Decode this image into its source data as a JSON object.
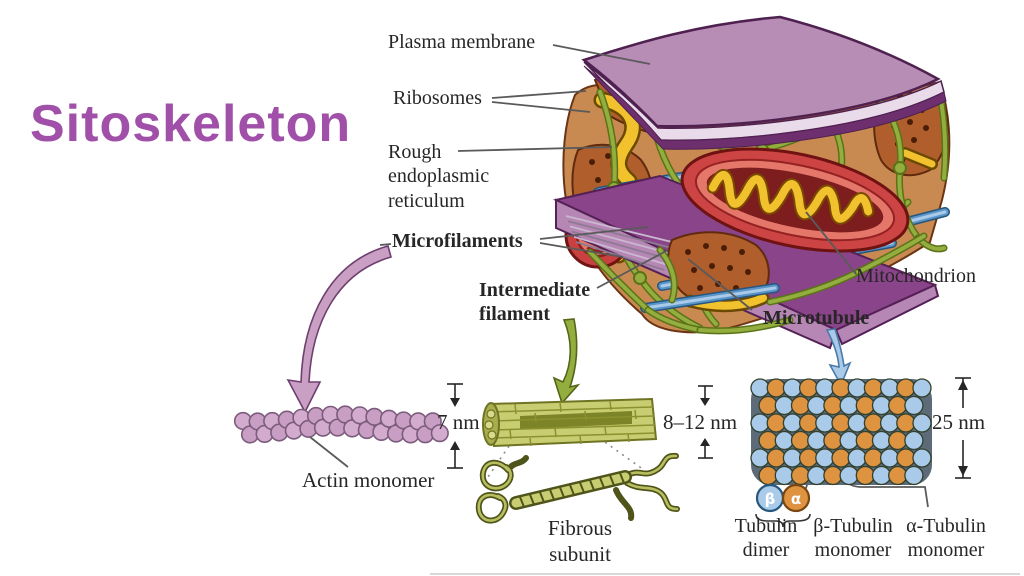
{
  "title": "Sitoskeleton",
  "cell": {
    "plasma_membrane": "Plasma membrane",
    "ribosomes": "Ribosomes",
    "rough_er": "Rough endoplasmic reticulum",
    "microfilaments": "Microfilaments",
    "intermediate_filament": "Intermediate filament",
    "microtubule": "Microtubule",
    "mitochondrion": "Mitochondrion"
  },
  "actin": {
    "diameter": "7 nm",
    "monomer_label": "Actin monomer"
  },
  "intermediate": {
    "diameter": "8–12 nm",
    "subunit_label": "Fibrous subunit"
  },
  "microtubule_detail": {
    "diameter": "25 nm",
    "dimer_label": "Tubulin dimer",
    "beta_label": "β-Tubulin monomer",
    "alpha_label": "α-Tubulin monomer",
    "beta_symbol": "β",
    "alpha_symbol": "α"
  },
  "colors": {
    "title": "#a050a8",
    "membrane": "#b78db6",
    "actin_bead": "#d3abce",
    "intermediate_filament": "#c9cd72",
    "tubulin_alpha": "#de9340",
    "tubulin_beta": "#a9cbe9"
  }
}
